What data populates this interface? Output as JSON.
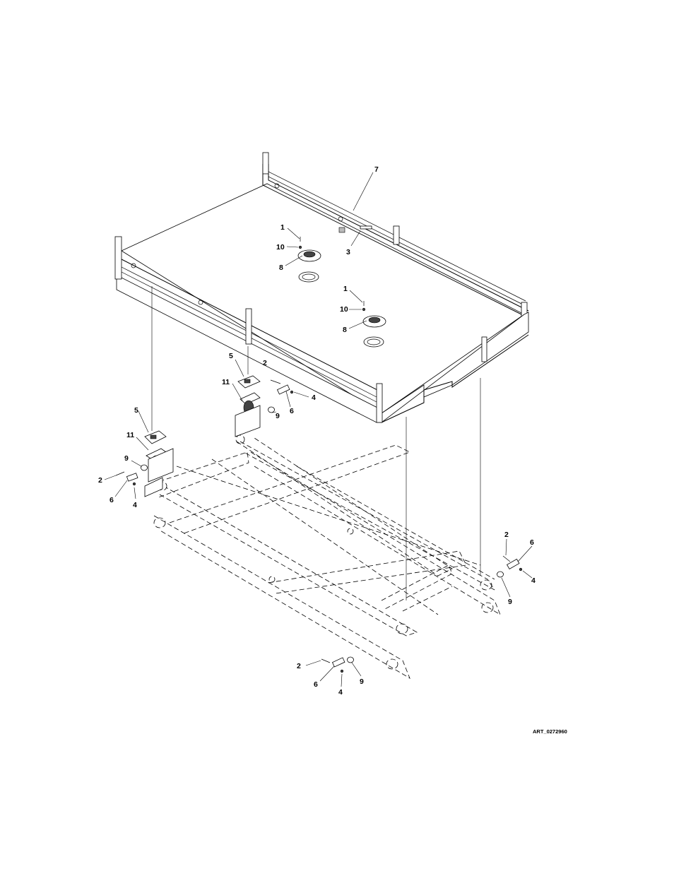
{
  "drawing": {
    "art_id": "ART_0272960",
    "callouts": [
      {
        "id": "c7",
        "text": "7"
      },
      {
        "id": "c1a",
        "text": "1"
      },
      {
        "id": "c10a",
        "text": "10"
      },
      {
        "id": "c8a",
        "text": "8"
      },
      {
        "id": "c3",
        "text": "3"
      },
      {
        "id": "c1b",
        "text": "1"
      },
      {
        "id": "c10b",
        "text": "10"
      },
      {
        "id": "c8b",
        "text": "8"
      },
      {
        "id": "c5a",
        "text": "5"
      },
      {
        "id": "c2a",
        "text": "2"
      },
      {
        "id": "c11a",
        "text": "11"
      },
      {
        "id": "c4a",
        "text": "4"
      },
      {
        "id": "c9a",
        "text": "9"
      },
      {
        "id": "c6a",
        "text": "6"
      },
      {
        "id": "c5b",
        "text": "5"
      },
      {
        "id": "c11b",
        "text": "11"
      },
      {
        "id": "c9b",
        "text": "9"
      },
      {
        "id": "c2b",
        "text": "2"
      },
      {
        "id": "c6b",
        "text": "6"
      },
      {
        "id": "c4b",
        "text": "4"
      },
      {
        "id": "c2c",
        "text": "2"
      },
      {
        "id": "c6c",
        "text": "6"
      },
      {
        "id": "c4c",
        "text": "4"
      },
      {
        "id": "c9c",
        "text": "9"
      },
      {
        "id": "c2d",
        "text": "2"
      },
      {
        "id": "c6d",
        "text": "6"
      },
      {
        "id": "c9d",
        "text": "9"
      },
      {
        "id": "c4d",
        "text": "4"
      }
    ]
  }
}
